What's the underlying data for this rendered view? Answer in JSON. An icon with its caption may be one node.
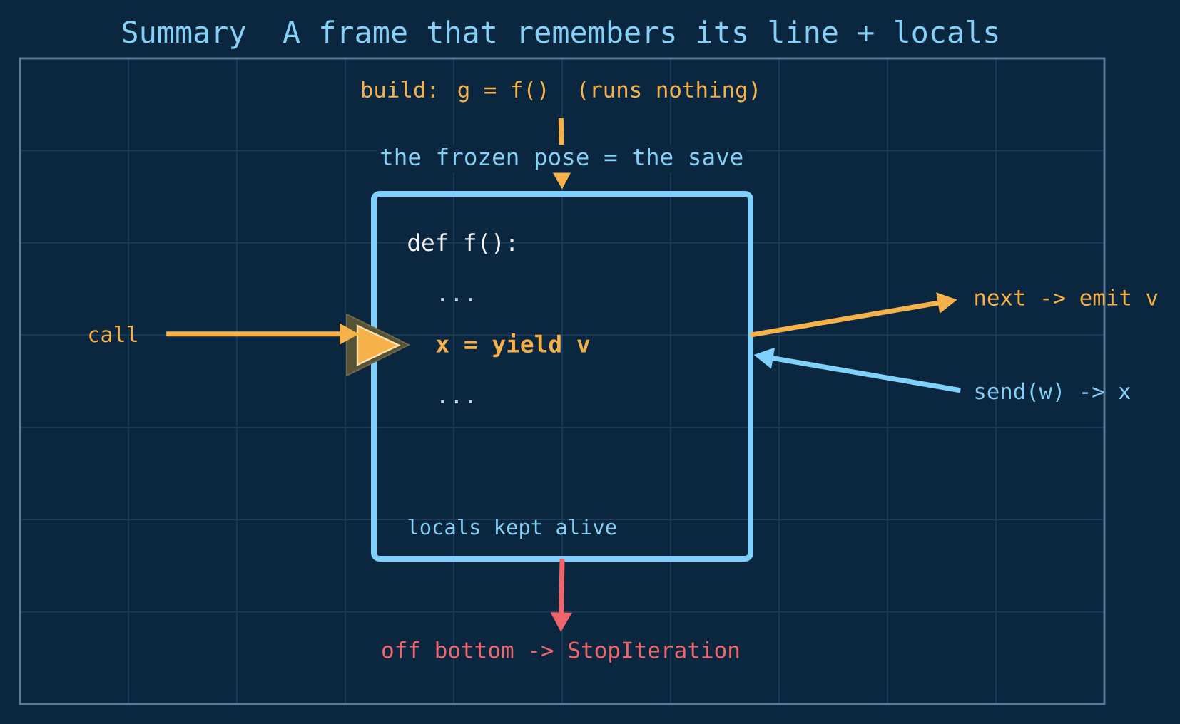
{
  "diagram": {
    "title": "Summary  A frame that remembers its line + locals",
    "nodes": [
      {
        "text": [
          "build: g = f()  (runs nothing)"
        ]
      },
      {
        "text": [
          "def f():",
          "...",
          "x = yield v",
          "...",
          "locals kept alive"
        ]
      },
      {
        "text": [
          "call"
        ]
      },
      {
        "text": [
          "next -> emit v"
        ]
      },
      {
        "text": [
          "send(w) -> x"
        ]
      },
      {
        "text": [
          "off bottom -> StopIteration"
        ]
      }
    ],
    "edges": [
      {
        "from": 0,
        "to": 1,
        "arrow": "to",
        "label": "the frozen pose = the save"
      },
      {
        "from": 2,
        "to": 1,
        "arrow": "to"
      },
      {
        "from": 1,
        "to": 3,
        "arrow": "to"
      },
      {
        "from": 4,
        "to": 1,
        "arrow": "to",
        "color": "#7fd0fb"
      },
      {
        "from": 1,
        "to": 5,
        "arrow": "to",
        "color": "#f0656b"
      }
    ]
  }
}
